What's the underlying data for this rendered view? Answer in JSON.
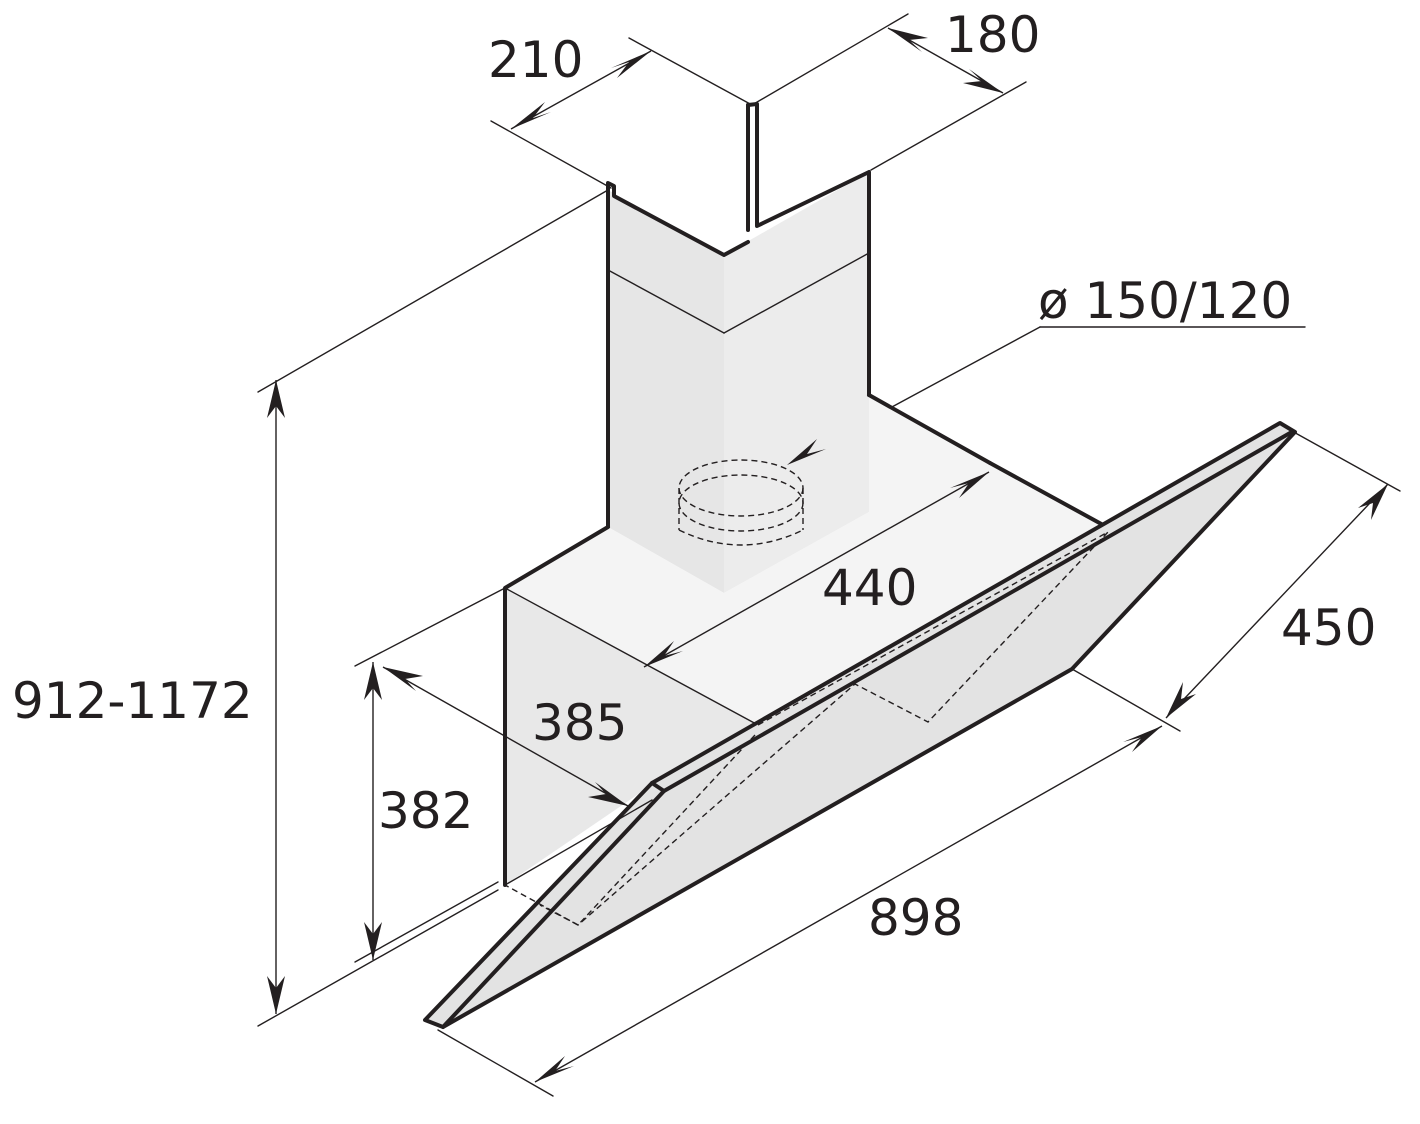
{
  "dimensions": {
    "chimney_width": "210",
    "chimney_depth": "180",
    "duct_diameter": "ø 150/120",
    "body_width": "440",
    "canopy_depth": "450",
    "total_height": "912-1172",
    "body_depth": "385",
    "body_height": "382",
    "total_width": "898"
  },
  "colors": {
    "line": "#231f20",
    "chimney_fill": "#e6e6e6",
    "body_top_fill": "#f4f4f4",
    "body_front_fill": "#e8e8e8",
    "glass_fill": "#e3e3e3"
  }
}
